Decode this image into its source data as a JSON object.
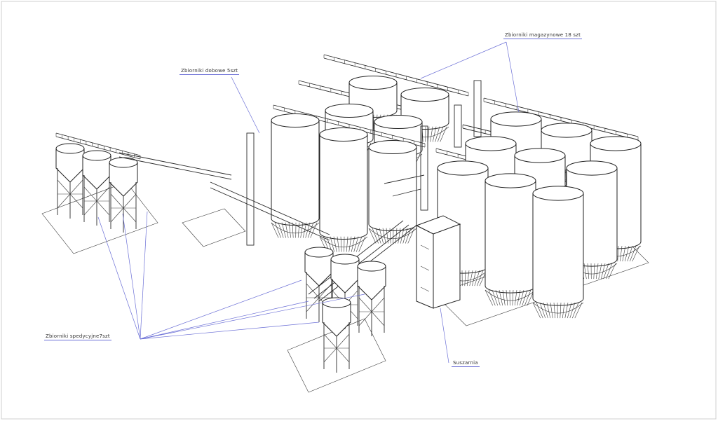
{
  "labels": {
    "storage": "Zbiorniki magazynowe 18 szt",
    "batch": "Zbiorniki dobowe 5szt",
    "dispatch": "Zbiorniki spedycyjne7szt",
    "dryer": "Suszarnia"
  },
  "colors": {
    "line": "#2a2a2a",
    "leader": "#6b6fd6",
    "background": "#ffffff"
  }
}
